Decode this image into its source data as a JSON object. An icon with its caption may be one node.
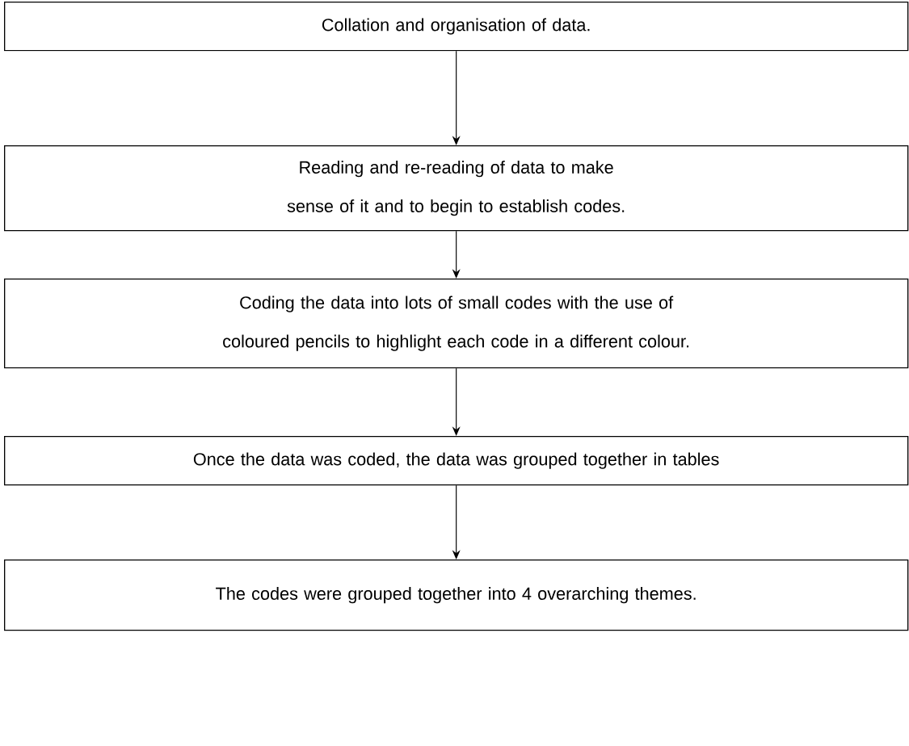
{
  "diagram": {
    "nodes": [
      {
        "text": [
          "Collation and organisation of data."
        ]
      },
      {
        "text": [
          "Reading and re-reading of data to make sense of it and to begin to establish codes."
        ]
      },
      {
        "text": [
          "Coding the data into lots of small codes with the use of coloured pencils to highlight each code in a different colour."
        ]
      },
      {
        "text": [
          "Once the data was coded, the data was grouped together in tables"
        ]
      },
      {
        "text": [
          "The codes were grouped together into 4 overarching themes."
        ]
      }
    ],
    "edges": [
      {
        "from": 0,
        "to": 1,
        "arrow": "to"
      },
      {
        "from": 1,
        "to": 2,
        "arrow": "to"
      },
      {
        "from": 2,
        "to": 3,
        "arrow": "to"
      },
      {
        "from": 3,
        "to": 4,
        "arrow": "to"
      }
    ]
  }
}
